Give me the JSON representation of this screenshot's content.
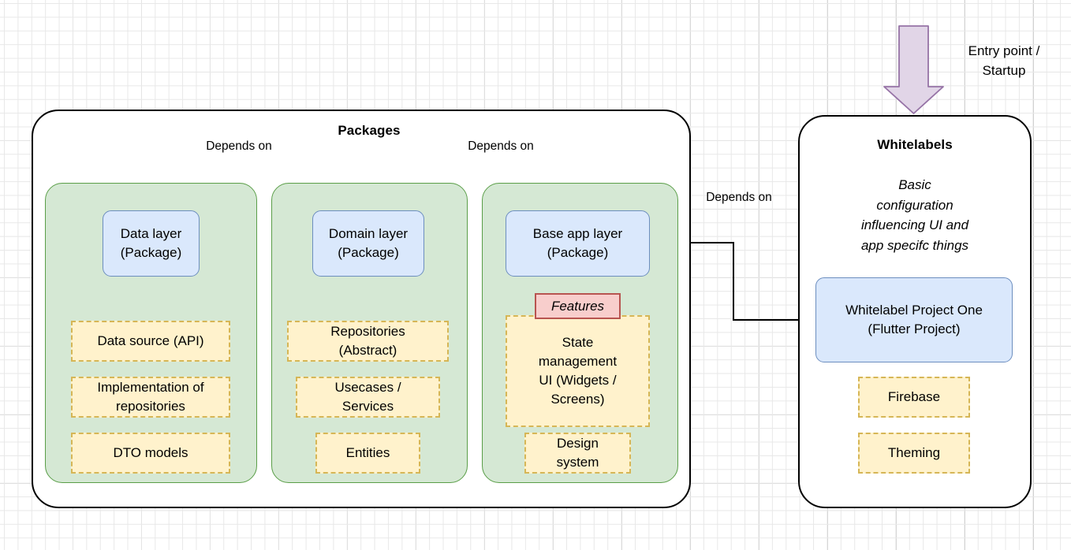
{
  "diagram": {
    "title_packages": "Packages",
    "title_whitelabels": "Whitelabels",
    "whitelabels_description": "Basic\nconfiguration\ninfluencing UI and\napp specifc things",
    "entry_point_label": "Entry point  /\nStartup",
    "edge_labels": {
      "data_to_domain": "Depends on",
      "base_to_domain": "Depends on",
      "whitelabel_to_base": "Depends on"
    },
    "packages": {
      "columns": [
        {
          "id": "data-layer",
          "header": "Data layer\n(Package)",
          "items": [
            "Data source (API)",
            "Implementation of\nrepositories",
            "DTO models"
          ]
        },
        {
          "id": "domain-layer",
          "header": "Domain layer\n(Package)",
          "items": [
            "Repositories\n(Abstract)",
            "Usecases /\nServices",
            "Entities"
          ]
        },
        {
          "id": "base-app-layer",
          "header": "Base app layer\n(Package)",
          "badge": "Features",
          "items": [
            "State\nmanagement\nUI (Widgets /\nScreens)",
            "Design\nsystem"
          ]
        }
      ]
    },
    "whitelabels": {
      "project_box": "Whitelabel Project One\n(Flutter Project)",
      "items": [
        "Firebase",
        "Theming"
      ]
    },
    "colors": {
      "green_fill": "#d5e8d4",
      "green_stroke": "#5a9e48",
      "blue_fill": "#dae8fc",
      "blue_stroke": "#6c8ebf",
      "yellow_fill": "#fff2cc",
      "yellow_stroke": "#d6b656",
      "pink_fill": "#f8cecc",
      "pink_stroke": "#b85450",
      "purple_fill": "#e1d5e7",
      "purple_stroke": "#9673a6",
      "edge_stroke": "#000000",
      "grid_minor": "#e8e8e8",
      "grid_major": "#c9c9c9"
    }
  }
}
